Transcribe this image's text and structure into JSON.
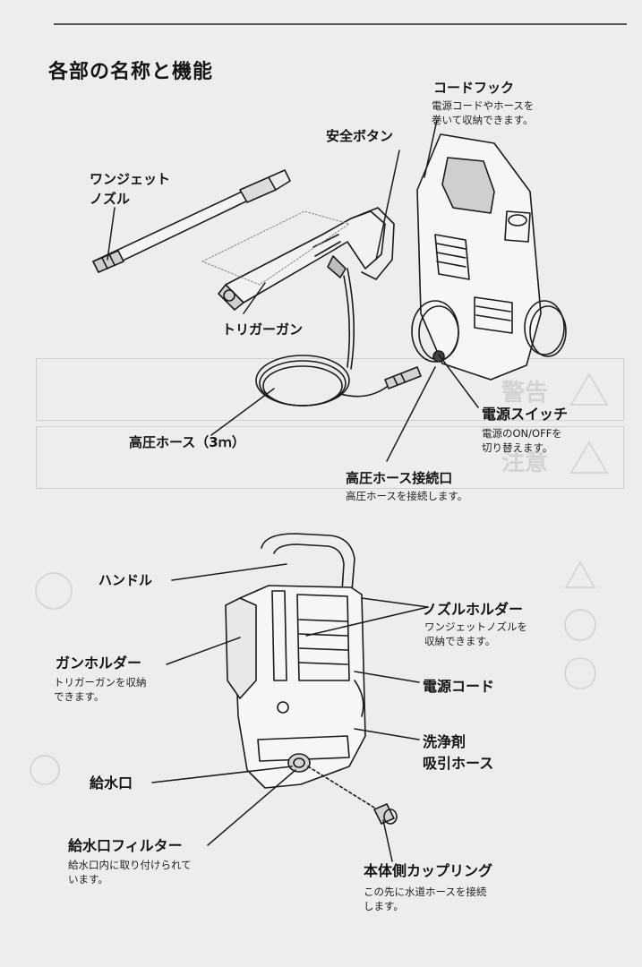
{
  "title": "各部の名称と機能",
  "labels": {
    "cord_hook": "コードフック",
    "cord_hook_desc_1": "電源コードやホースを",
    "cord_hook_desc_2": "巻いて収納できます。",
    "safety_button": "安全ボタン",
    "one_jet_nozzle_1": "ワンジェット",
    "one_jet_nozzle_2": "ノズル",
    "trigger_gun": "トリガーガン",
    "power_switch": "電源スイッチ",
    "power_switch_desc_1": "電源のON/OFFを",
    "power_switch_desc_2": "切り替えます。",
    "hp_hose": "高圧ホース（3ｍ）",
    "hp_hose_port": "高圧ホース接続口",
    "hp_hose_port_desc": "高圧ホースを接続します。",
    "handle": "ハンドル",
    "nozzle_holder": "ノズルホルダー",
    "nozzle_holder_desc_1": "ワンジェットノズルを",
    "nozzle_holder_desc_2": "収納できます。",
    "gun_holder": "ガンホルダー",
    "gun_holder_desc_1": "トリガーガンを収納",
    "gun_holder_desc_2": "できます。",
    "power_cord": "電源コード",
    "detergent_hose_1": "洗浄剤",
    "detergent_hose_2": "吸引ホース",
    "water_inlet": "給水口",
    "inlet_filter": "給水口フィルター",
    "inlet_filter_desc_1": "給水口内に取り付けられて",
    "inlet_filter_desc_2": "います。",
    "coupling": "本体側カップリング",
    "coupling_desc_1": "この先に水道ホースを接続",
    "coupling_desc_2": "します。"
  },
  "bleed": {
    "warning": "警告",
    "caution": "注意"
  }
}
